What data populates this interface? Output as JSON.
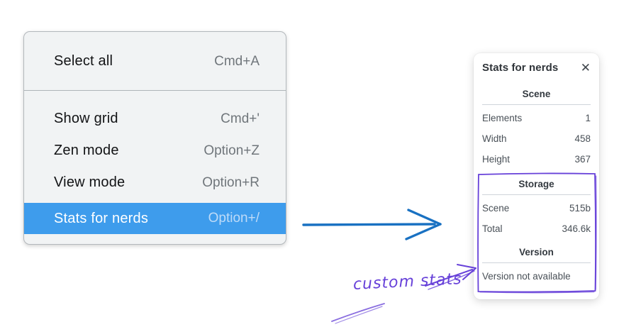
{
  "menu": {
    "sections": [
      {
        "items": [
          {
            "label": "Select all",
            "shortcut": "Cmd+A"
          }
        ]
      },
      {
        "items": [
          {
            "label": "Show grid",
            "shortcut": "Cmd+'"
          },
          {
            "label": "Zen mode",
            "shortcut": "Option+Z"
          },
          {
            "label": "View mode",
            "shortcut": "Option+R"
          },
          {
            "label": "Stats for nerds",
            "shortcut": "Option+/",
            "state": "selected"
          }
        ]
      }
    ]
  },
  "stats_panel": {
    "title": "Stats for nerds",
    "close_icon": "✕",
    "scene": {
      "heading": "Scene",
      "rows": [
        {
          "label": "Elements",
          "value": "1"
        },
        {
          "label": "Width",
          "value": "458"
        },
        {
          "label": "Height",
          "value": "367"
        }
      ]
    },
    "storage": {
      "heading": "Storage",
      "rows": [
        {
          "label": "Scene",
          "value": "515b"
        },
        {
          "label": "Total",
          "value": "346.6k"
        }
      ]
    },
    "version": {
      "heading": "Version",
      "note": "Version not available"
    }
  },
  "annotations": {
    "label": "custom stats",
    "colors": {
      "sketch_purple": "#6741d9",
      "arrow_blue": "#1971c2",
      "menu_highlight_blue": "#3e9cec"
    }
  }
}
